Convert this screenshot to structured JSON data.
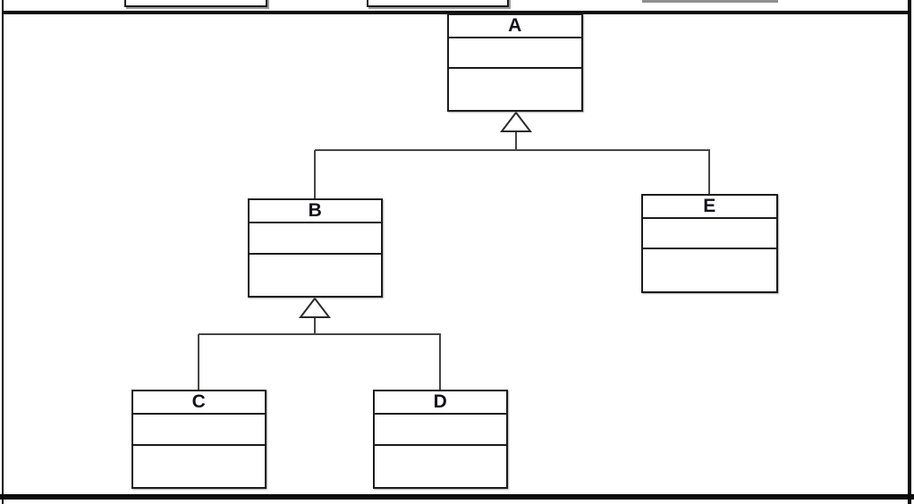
{
  "diagram": {
    "type": "uml-class-diagram",
    "description": "Class inheritance hierarchy: B and E generalize to A; C and D generalize to B",
    "classes": {
      "a": {
        "label": "A",
        "attributes": "",
        "operations": ""
      },
      "b": {
        "label": "B",
        "attributes": "",
        "operations": ""
      },
      "c": {
        "label": "C",
        "attributes": "",
        "operations": ""
      },
      "d": {
        "label": "D",
        "attributes": "",
        "operations": ""
      },
      "e": {
        "label": "E",
        "attributes": "",
        "operations": ""
      }
    },
    "relationships": [
      {
        "from": "B",
        "to": "A",
        "type": "generalization"
      },
      {
        "from": "E",
        "to": "A",
        "type": "generalization"
      },
      {
        "from": "C",
        "to": "B",
        "type": "generalization"
      },
      {
        "from": "D",
        "to": "B",
        "type": "generalization"
      }
    ],
    "colors": {
      "background": "#ffffff",
      "box_border": "#1c1c1c",
      "connector": "#454545",
      "frame_border": "#0c0c0c",
      "cropped_box_shadow": "#8f8f8f"
    }
  }
}
